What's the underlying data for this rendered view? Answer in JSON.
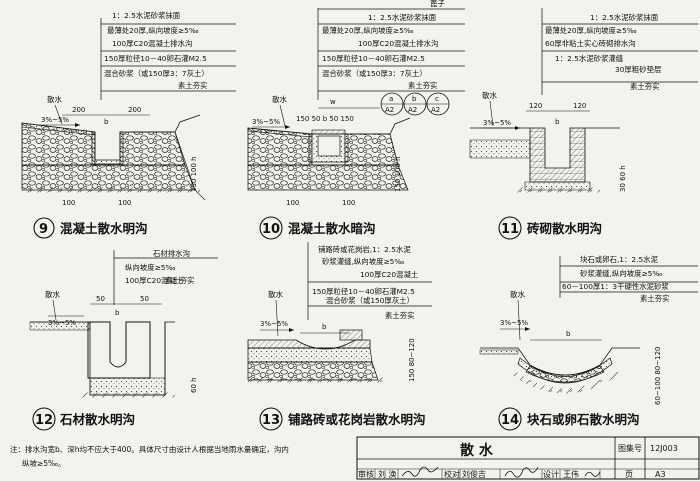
{
  "details": [
    {
      "number": "9",
      "caption": "混凝土散水明沟",
      "sanshui": "散水",
      "slope": "3%~5%",
      "spec_lines": [
        "1：2.5水泥砂浆抹面",
        "最薄处20厚,纵向坡度≥5‰",
        "100厚C20混凝土排水沟",
        "150厚粒径10－40卵石灌M2.5",
        "混合砂浆（或150厚3：7灰土）",
        "素土夯实"
      ],
      "dims": {
        "top_left": "200",
        "top_right": "200",
        "b": "b",
        "bottom_left": "100",
        "bottom_right": "100",
        "right": "150 100 h"
      }
    },
    {
      "number": "10",
      "caption": "混凝土散水暗沟",
      "sanshui": "散水",
      "slope": "3%~5%",
      "header": "篦子",
      "spec_lines": [
        "1：2.5水泥砂浆抹面",
        "最薄处20厚,纵向坡度≥5‰",
        "100厚C20混凝土排水沟",
        "150厚粒径10－40卵石灌M2.5",
        "混合砂浆（或150厚3：7灰土）",
        "素土夯实"
      ],
      "refs": [
        {
          "top": "a",
          "bottom": "A2"
        },
        {
          "top": "b",
          "bottom": "A2"
        },
        {
          "top": "c",
          "bottom": "A2"
        }
      ],
      "dims": {
        "top": "150 50 b 50 150",
        "w": "w",
        "bottom_left": "100",
        "bottom_right": "100",
        "right": "150 100 h"
      }
    },
    {
      "number": "11",
      "caption": "砖砌散水明沟",
      "sanshui": "散水",
      "slope": "3%~5%",
      "spec_lines": [
        "1：2.5水泥砂浆抹面",
        "最薄处20厚,纵向坡度≥5‰",
        "60厚非粘土实心砖砌排水沟",
        "1：2.5水泥砂浆灌缝",
        "30厚粗砂垫层",
        "素土夯实"
      ],
      "dims": {
        "top_left": "120",
        "b": "b",
        "top_right": "120",
        "right": "30 60 h"
      }
    },
    {
      "number": "12",
      "caption": "石材散水明沟",
      "sanshui": "散水",
      "slope": "3%~5%",
      "spec_lines": [
        "石材排水沟",
        "纵向坡度≥5‰",
        "100厚C20混凝土",
        "素土夯实"
      ],
      "dims": {
        "top_left": "50",
        "top_right": "50",
        "b": "b",
        "right": "60 h"
      }
    },
    {
      "number": "13",
      "caption": "铺路砖或花岗岩散水明沟",
      "sanshui": "散水",
      "slope": "3%~5%",
      "spec_lines": [
        "铺路砖或花岗岩,1：2.5水泥",
        "砂浆灌缝,纵向坡度≥5‰",
        "100厚C20混凝土",
        "150厚粒径10－40卵石灌M2.5",
        "混合砂浆（或150厚灰土）",
        "素土夯实"
      ],
      "dims": {
        "b": "b",
        "right": "150 80~120"
      }
    },
    {
      "number": "14",
      "caption": "块石或卵石散水明沟",
      "sanshui": "散水",
      "slope": "3%~5%",
      "spec_lines": [
        "块石或卵石,1：2.5水泥",
        "砂浆灌缝,纵向坡度≥5‰",
        "60－100厚1：3干硬性水泥砂浆",
        "素土夯实"
      ],
      "dims": {
        "b": "b",
        "right": "60~100 80~120"
      }
    }
  ],
  "note": {
    "line1": "注：排水沟宽b、深h均不应大于400。具体尺寸由设计人根据当地雨水量确定，沟内",
    "line2": "纵坡≥5‰。"
  },
  "title_block": {
    "title": "散  水",
    "atlas_label": "图集号",
    "atlas_value": "12J003",
    "review_label": "审核",
    "review_name": "刘 涣",
    "check_label": "校对",
    "check_name": "刘俊吉",
    "design_label": "设计",
    "design_name": "王伟",
    "page_label": "页",
    "page_value": "A3"
  },
  "colors": {
    "line": "#111111",
    "paper": "#f3f2ee",
    "hatch": "#555555"
  }
}
